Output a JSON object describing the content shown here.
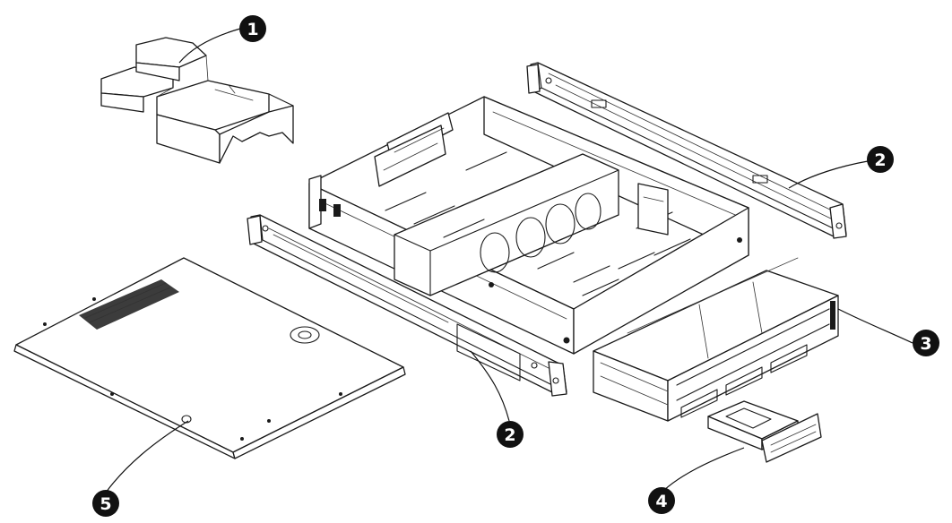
{
  "diagram": {
    "type": "exploded-view",
    "callouts": [
      {
        "id": "callout-1",
        "label": "1",
        "part": "air-baffle"
      },
      {
        "id": "callout-2a",
        "label": "2",
        "part": "rail-right"
      },
      {
        "id": "callout-3",
        "label": "3",
        "part": "drive-cage"
      },
      {
        "id": "callout-2b",
        "label": "2",
        "part": "rail-left"
      },
      {
        "id": "callout-4",
        "label": "4",
        "part": "drive-carrier"
      },
      {
        "id": "callout-5",
        "label": "5",
        "part": "top-cover"
      }
    ],
    "colors": {
      "line": "#1a1a1a",
      "callout_fill": "#111111",
      "callout_text": "#ffffff",
      "background": "#ffffff"
    }
  }
}
